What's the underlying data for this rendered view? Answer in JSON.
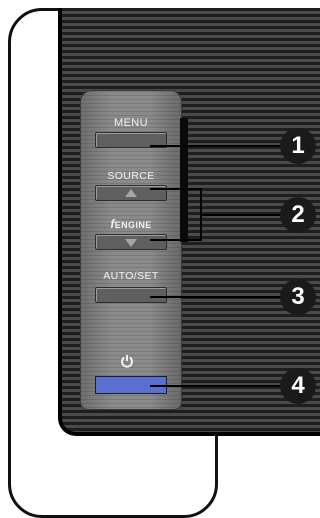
{
  "controls": {
    "menu_label": "MENU",
    "source_label": "SOURCE",
    "fengine_symbol": "f",
    "fengine_label": "ENGINE",
    "autoset_label": "AUTO/SET",
    "power_icon": "power-icon",
    "power_button_color": "#5a6fd0"
  },
  "callouts": [
    "1",
    "2",
    "3",
    "4"
  ]
}
